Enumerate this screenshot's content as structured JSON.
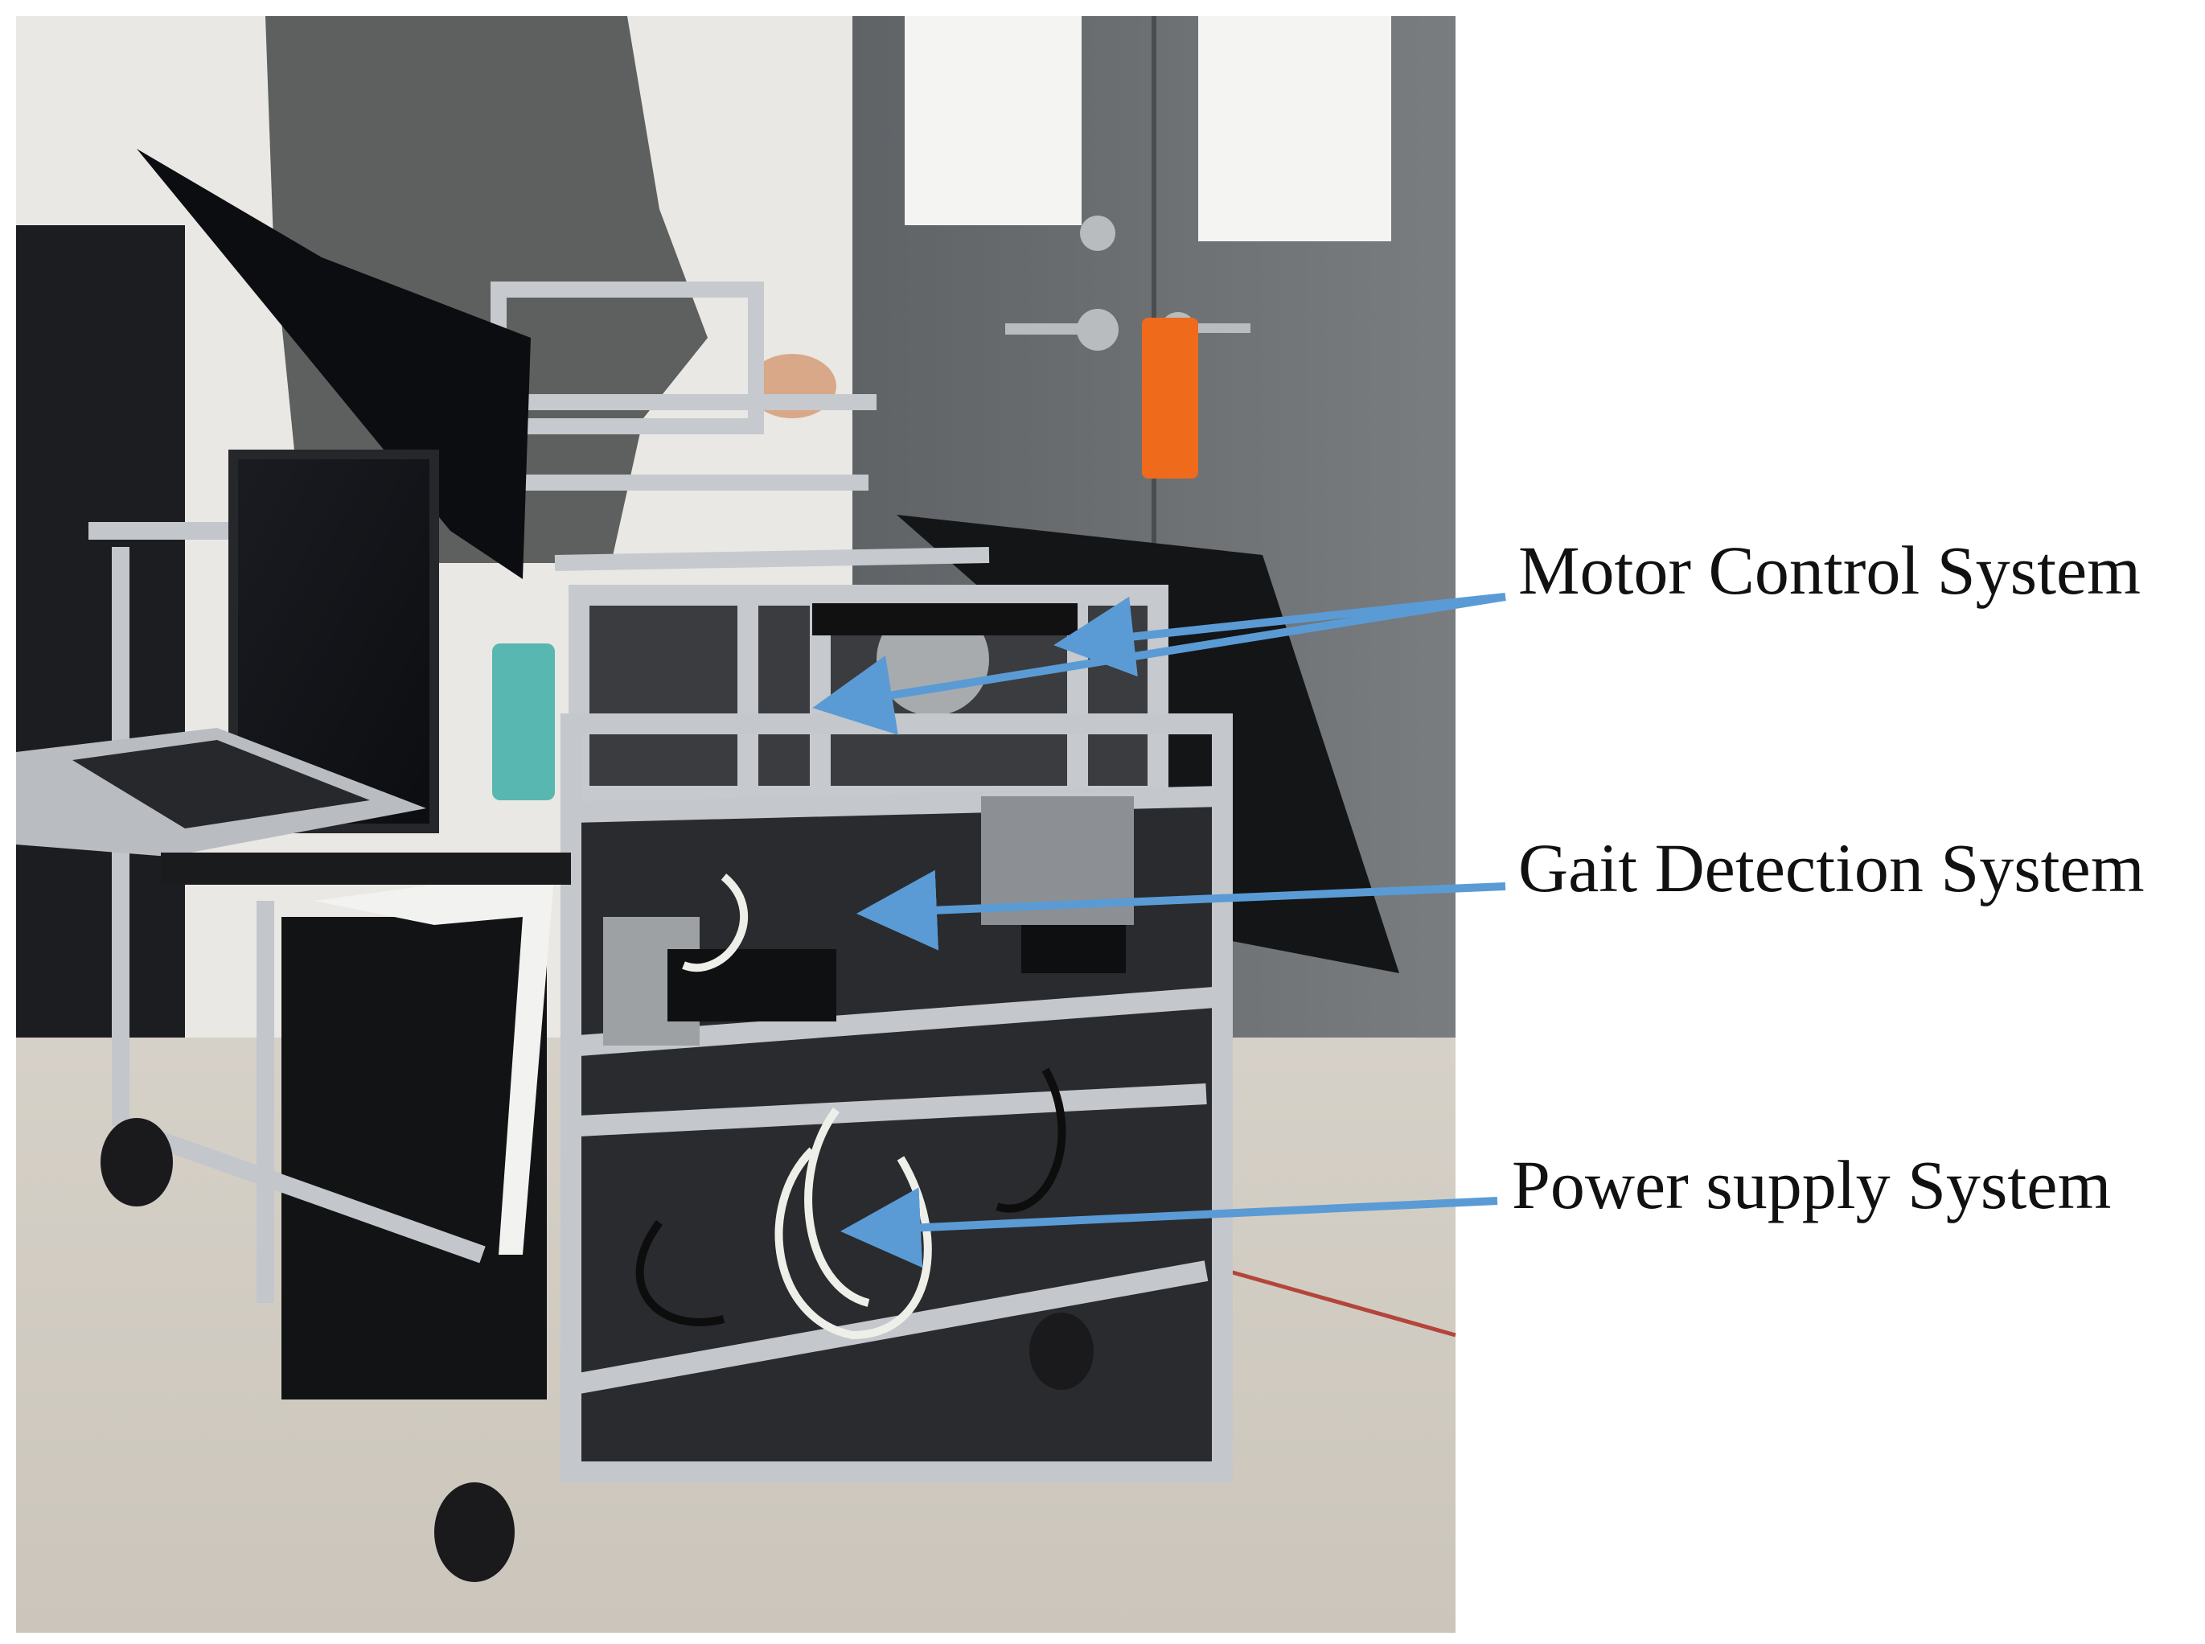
{
  "labels": {
    "motor": "Motor Control System",
    "gait": "Gait Detection System",
    "power": "Power supply System"
  },
  "colors": {
    "arrow": "#5b9bd5",
    "frame_aluminum": "#c9ccd0",
    "panel_black": "#111214",
    "floor": "#d8d3cb",
    "door": "#6e7275",
    "wall_dark": "#1b1c1e"
  }
}
